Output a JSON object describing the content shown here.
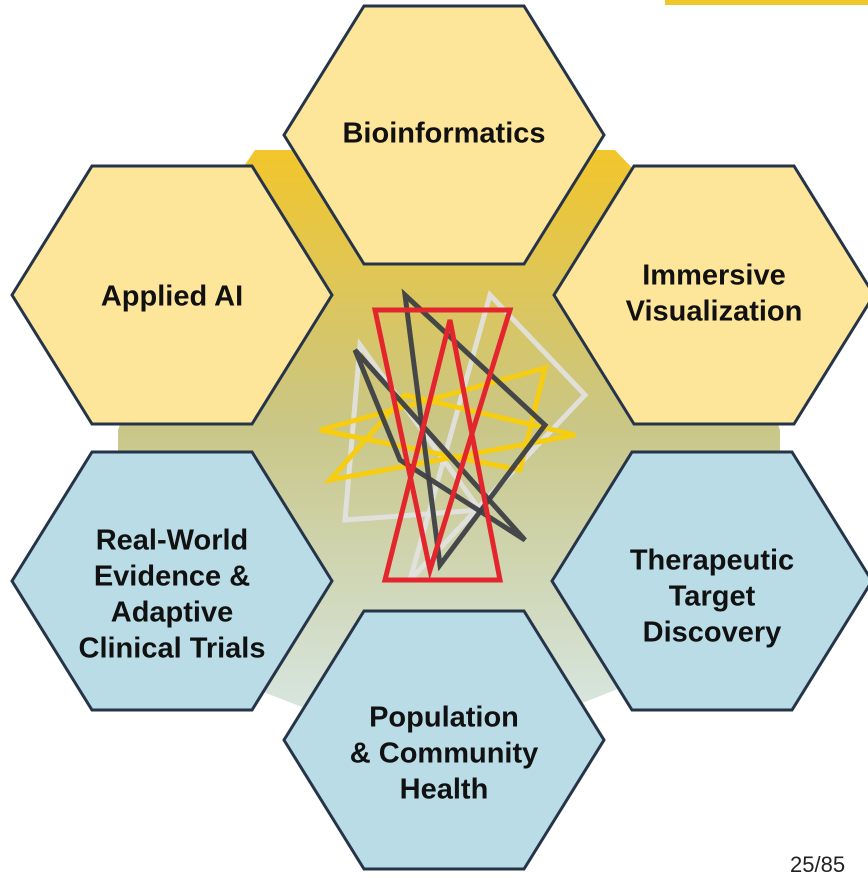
{
  "hexagons": [
    {
      "id": "bioinformatics",
      "lines": [
        "Bioinformatics"
      ],
      "group": "yellow"
    },
    {
      "id": "applied-ai",
      "lines": [
        "Applied AI"
      ],
      "group": "yellow"
    },
    {
      "id": "immersive-visualization",
      "lines": [
        "Immersive",
        "Visualization"
      ],
      "group": "yellow"
    },
    {
      "id": "real-world-evidence",
      "lines": [
        "Real-World",
        "Evidence &",
        "Adaptive",
        "Clinical Trials"
      ],
      "group": "blue"
    },
    {
      "id": "therapeutic-target-discovery",
      "lines": [
        "Therapeutic",
        "Target",
        "Discovery"
      ],
      "group": "blue"
    },
    {
      "id": "population-community-health",
      "lines": [
        "Population",
        "& Community",
        "Health"
      ],
      "group": "blue"
    }
  ],
  "colors": {
    "yellow_fill": "#fde59a",
    "blue_fill": "#b9dce6",
    "hex_stroke": "#26344a",
    "accent_gold": "#f0bd24",
    "star_red": "#e3262d",
    "star_dark": "#3d3f45",
    "star_yellow": "#f6cd10",
    "star_light": "#e2e2e2"
  },
  "footer": {
    "page_number": "25/85"
  }
}
